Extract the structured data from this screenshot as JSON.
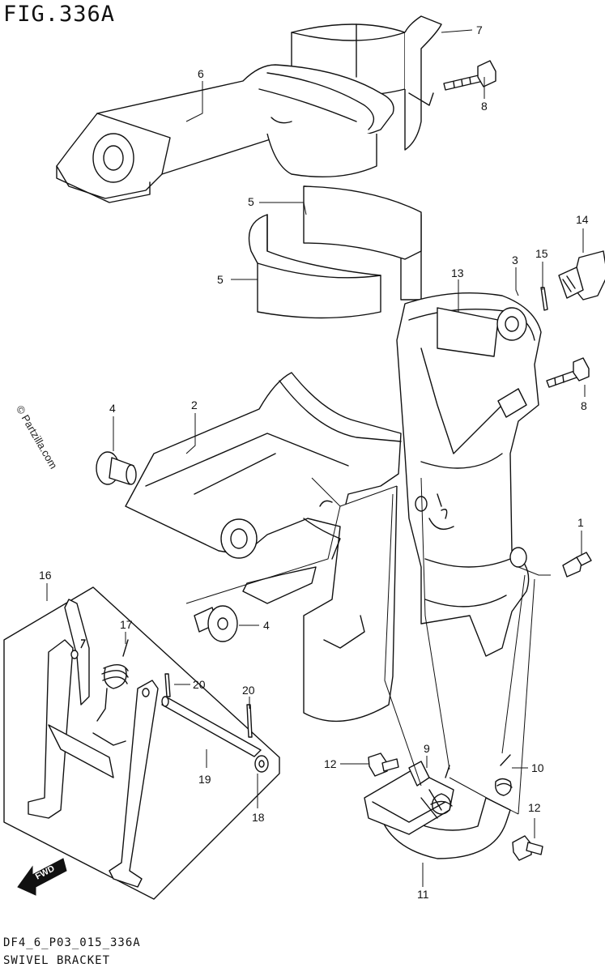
{
  "figure": {
    "title": "FIG.336A",
    "code": "DF4_6_P03_015_336A",
    "name": "SWIVEL BRACKET"
  },
  "watermark": {
    "text": "© Partzilla.com"
  },
  "fwd_badge": "FWD",
  "callouts": [
    "7",
    "8",
    "6",
    "5",
    "5",
    "14",
    "15",
    "3",
    "13",
    "8",
    "4",
    "2",
    "1",
    "16",
    "17",
    "4",
    "20",
    "20",
    "19",
    "18",
    "12",
    "9",
    "10",
    "12",
    "11"
  ]
}
